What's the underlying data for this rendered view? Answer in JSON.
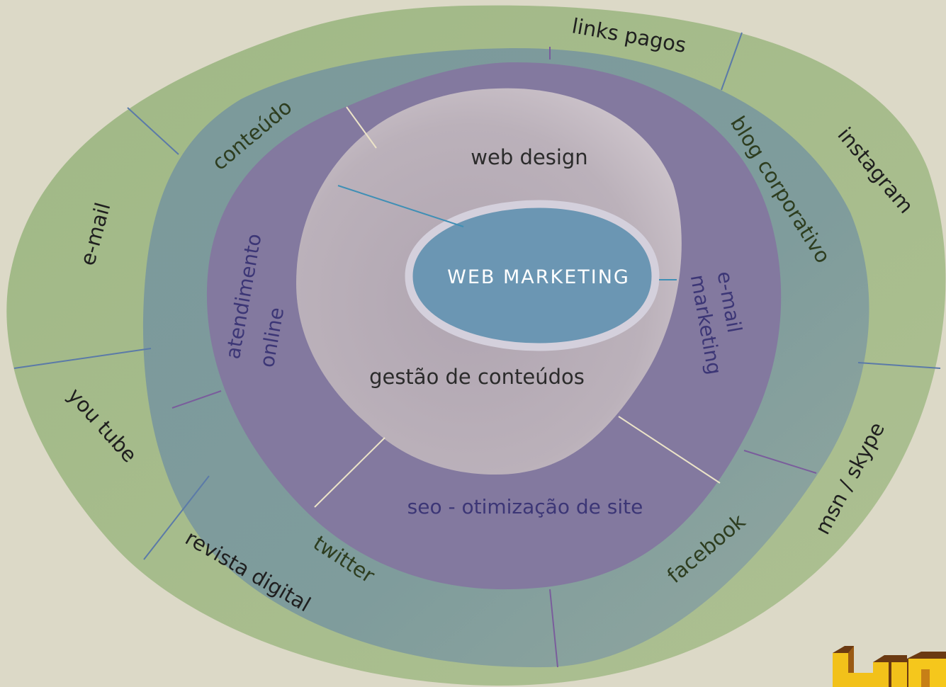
{
  "center": {
    "label": "WEB MARKETING"
  },
  "core": {
    "top_label": "web design",
    "bottom_label": "gestão de conteúdos"
  },
  "middle_ring": {
    "left_line1": "atendimento",
    "left_line2": "online",
    "right_line1": "e-mail",
    "right_line2": "marketing",
    "bottom": "seo - otimização de site"
  },
  "teal_ring": {
    "conteudo": "conteúdo",
    "blog": "blog corporativo",
    "twitter": "twitter",
    "facebook": "facebook"
  },
  "outer_ring": {
    "links": "links pagos",
    "instagram": "instagram",
    "email": "e-mail",
    "youtube": "you tube",
    "revista": "revista digital",
    "msn": "msn / skype"
  },
  "colors": {
    "background": "#dcd9c7",
    "outer_ring": "#a3ba87",
    "teal_ring": "#7c9a9c",
    "middle_ring": "#84799e",
    "core": "#b7adb6",
    "center": "#6b96b3"
  }
}
